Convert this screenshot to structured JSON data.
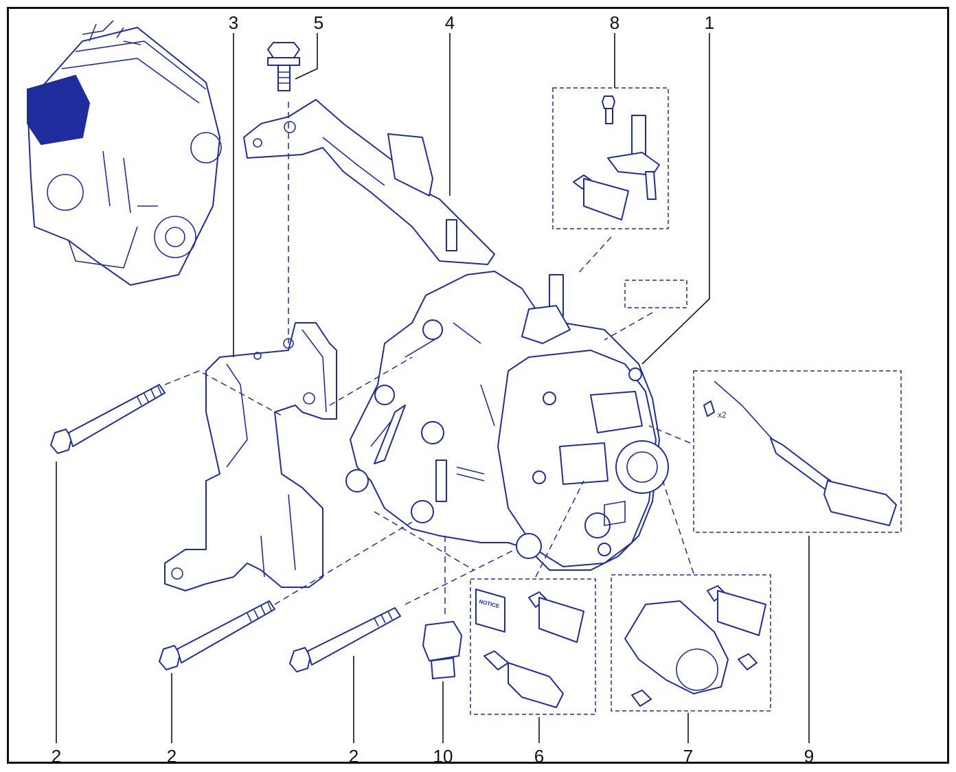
{
  "callouts": {
    "top": [
      "3",
      "5",
      "4",
      "8",
      "1"
    ],
    "bottom": [
      "2",
      "2",
      "2",
      "10",
      "6",
      "7",
      "9"
    ]
  },
  "annotations": {
    "quantity": "x2",
    "notice": "NOTICE"
  },
  "colors": {
    "linework": "#1f2d9c",
    "frame": "#111111",
    "engine_fill": "#1f2d9c"
  }
}
